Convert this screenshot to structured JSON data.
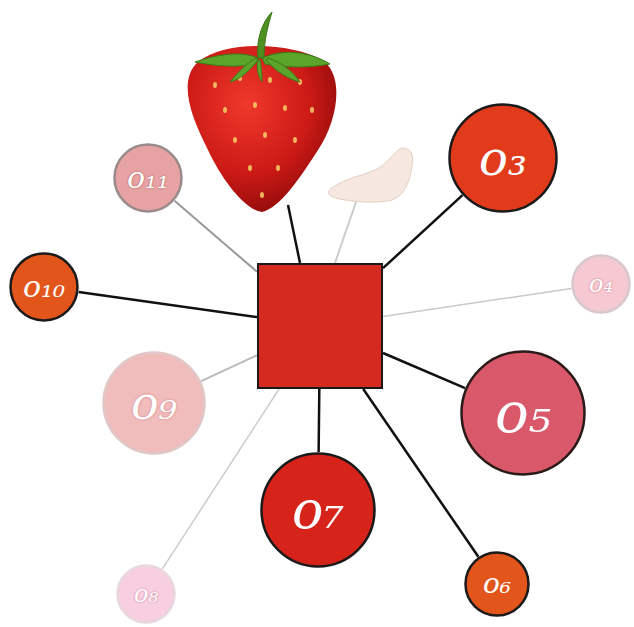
{
  "diagram": {
    "nodes": [
      {
        "text": [
          "o₃"
        ]
      },
      {
        "text": [
          "o₁₁"
        ]
      },
      {
        "text": [
          "o₄"
        ]
      },
      {
        "text": [
          "o₁₀"
        ]
      },
      {
        "text": []
      },
      {
        "text": [
          "o₉"
        ]
      },
      {
        "text": [
          "o₅"
        ]
      },
      {
        "text": [
          "o₇"
        ]
      },
      {
        "text": [
          "o₆"
        ]
      },
      {
        "text": [
          "o₈"
        ]
      }
    ],
    "edges": [
      {
        "from": 4,
        "to": 0,
        "arrow": "none"
      },
      {
        "from": 4,
        "to": 1,
        "arrow": "none"
      },
      {
        "from": 4,
        "to": 2,
        "arrow": "none"
      },
      {
        "from": 4,
        "to": 3,
        "arrow": "none"
      },
      {
        "from": 4,
        "to": 5,
        "arrow": "none"
      },
      {
        "from": 4,
        "to": 6,
        "arrow": "none"
      },
      {
        "from": 4,
        "to": 7,
        "arrow": "none"
      },
      {
        "from": 4,
        "to": 8,
        "arrow": "none"
      },
      {
        "from": 4,
        "to": 9,
        "arrow": "none"
      }
    ]
  }
}
